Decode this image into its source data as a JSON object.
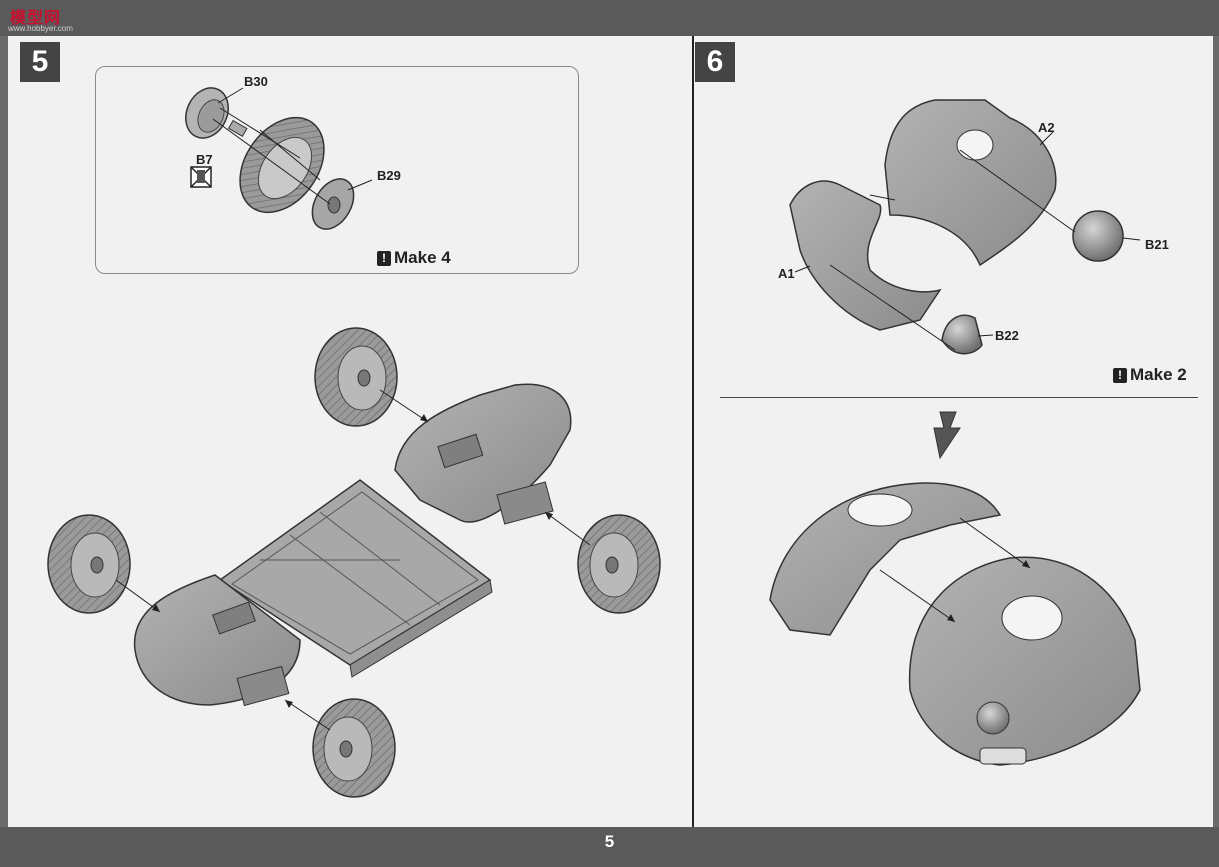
{
  "watermark": {
    "site_name": "模型网",
    "url": "www.hobbyer.com"
  },
  "footer": {
    "page_number": "5"
  },
  "step5": {
    "number": "5",
    "parts": {
      "b30": "B30",
      "b7": "B7",
      "b29": "B29"
    },
    "note": "Make 4"
  },
  "step6": {
    "number": "6",
    "parts": {
      "a2": "A2",
      "a1": "A1",
      "b21": "B21",
      "b22": "B22"
    },
    "note": "Make 2"
  },
  "colors": {
    "bar": "#5a5a5a",
    "paper": "#f1f1f1",
    "part_fill": "#9c9c9c",
    "ink": "#222222"
  }
}
